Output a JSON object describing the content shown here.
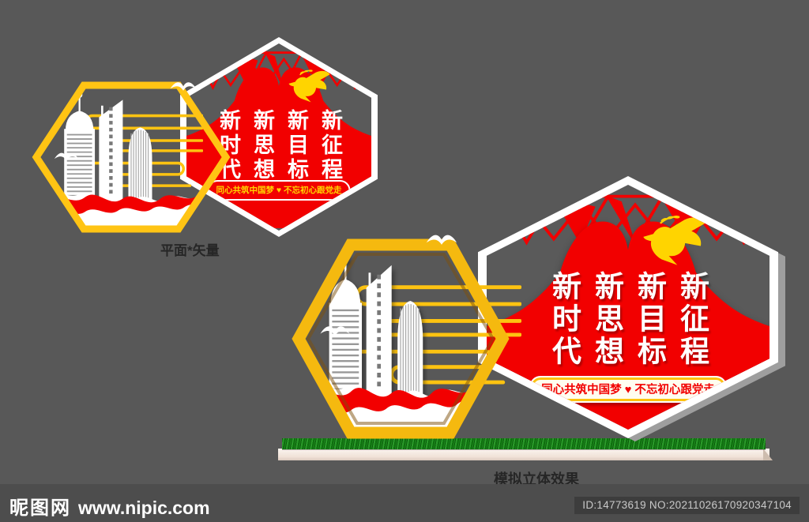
{
  "page": {
    "background_color": "#585858",
    "footer_bar_color": "#4d4d4d"
  },
  "colors": {
    "red": "#f20000",
    "frame_yellow": "#ffc414",
    "dove_yellow": "#ffd400",
    "white": "#ffffff",
    "grass_green": "#1d8a1d",
    "plinth_marble": "#f5ebe2"
  },
  "wall": {
    "columns": [
      "新时代",
      "新思想",
      "新目标",
      "新征程"
    ],
    "banner": "同心共筑中国梦 ♥ 不忘初心跟党走"
  },
  "labels": {
    "flat_version": "平面*矢量",
    "threed_version": "模拟立体效果"
  },
  "footer": {
    "site_name": "昵图网",
    "site_url": "www.nipic.com",
    "id_badge": "ID:14773619 NO:20211026170920347104"
  },
  "icons": {
    "dove": "dove-icon",
    "seagull": "seagull-icon",
    "heart": "heart-shape",
    "lattice": "red-truss-lattice",
    "buildings": "city-skyline-art"
  }
}
